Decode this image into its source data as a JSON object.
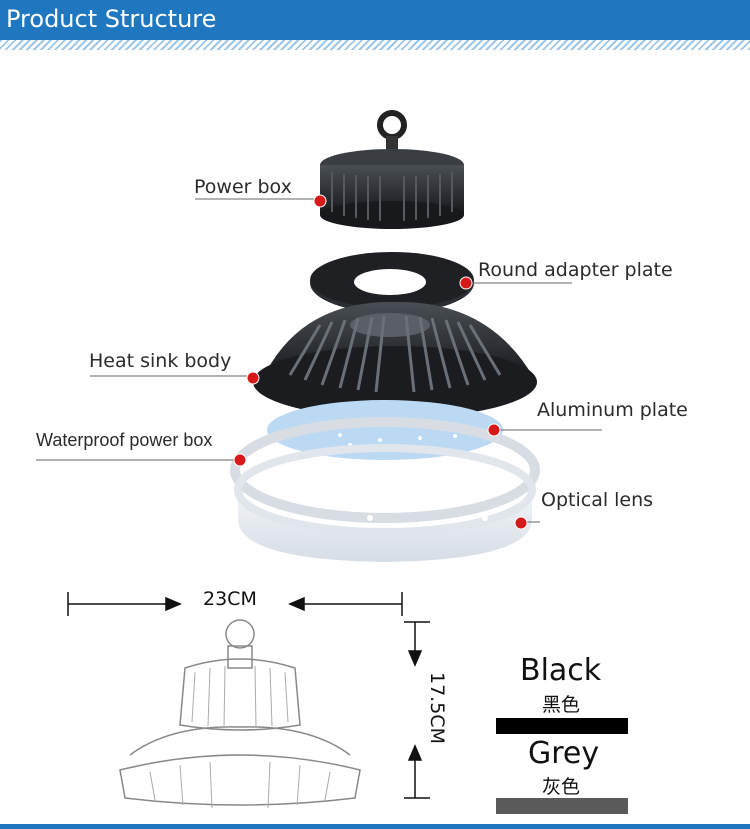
{
  "header": {
    "title": "Product Structure"
  },
  "parts": {
    "power_box": "Power box",
    "round_adapter_plate": "Round adapter plate",
    "heat_sink_body": "Heat sink body",
    "aluminum_plate": "Aluminum plate",
    "waterproof_power_box": "Waterproof power box",
    "optical_lens": "Optical lens"
  },
  "dimensions": {
    "width": "23CM",
    "height": "17.5CM"
  },
  "colors": [
    {
      "name": "Black",
      "name_cn": "黑色",
      "hex": "#000000"
    },
    {
      "name": "Grey",
      "name_cn": "灰色",
      "hex": "#5a5a5a"
    }
  ],
  "theme": {
    "accent": "#1f78bf",
    "marker": "#d61a1a"
  }
}
